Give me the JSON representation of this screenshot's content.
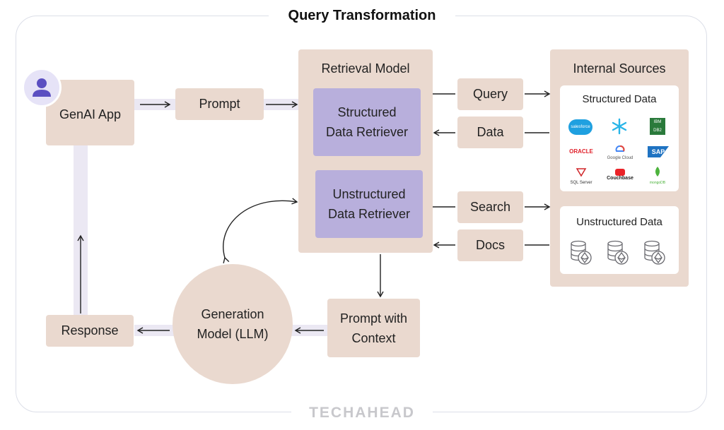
{
  "title": "Query Transformation",
  "footer_brand": "TECHAHEAD",
  "nodes": {
    "genai_app": "GenAI App",
    "prompt": "Prompt",
    "response": "Response",
    "retrieval_model": "Retrieval Model",
    "structured_retriever_line1": "Structured",
    "structured_retriever_line2": "Data Retriever",
    "unstructured_retriever_line1": "Unstructured",
    "unstructured_retriever_line2": "Data Retriever",
    "query": "Query",
    "data": "Data",
    "search": "Search",
    "docs": "Docs",
    "prompt_context_line1": "Prompt with",
    "prompt_context_line2": "Context",
    "generation_line1": "Generation",
    "generation_line2": "Model (LLM)"
  },
  "internal_sources": {
    "title": "Internal Sources",
    "structured_title": "Structured Data",
    "unstructured_title": "Unstructured Data",
    "logos": [
      "salesforce",
      "IBM DB2",
      "ORACLE",
      "Google Cloud",
      "SAP",
      "SQL Server",
      "Couchbase",
      "mongoDB"
    ]
  },
  "icons": [
    "user-avatar-icon",
    "salesforce-logo",
    "snowflake-logo",
    "ibm-db2-logo",
    "oracle-logo",
    "google-cloud-logo",
    "sap-logo",
    "sql-server-logo",
    "couchbase-logo",
    "mongodb-logo",
    "database-ethereum-icon"
  ],
  "colors": {
    "box": "#ead9cf",
    "retriever": "#b8afdc",
    "connector": "#ebe8f3",
    "avatar": "#5b4fc1"
  }
}
